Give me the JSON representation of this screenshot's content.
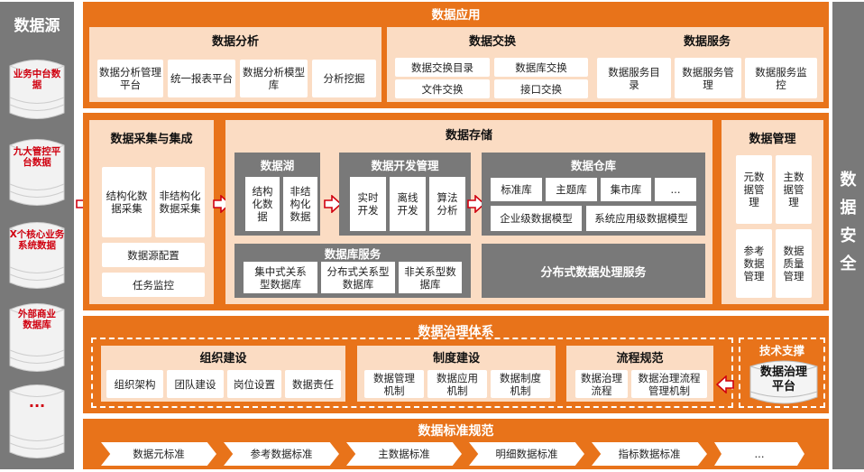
{
  "left_panel": {
    "title": "数据源",
    "sources": [
      "业务中台数据",
      "九大管控平台数据",
      "X个核心业务系统数据",
      "外部商业数据库",
      "..."
    ]
  },
  "right_panel": {
    "title_chars": [
      "数",
      "据",
      "安",
      "全"
    ]
  },
  "app_layer": {
    "title": "数据应用",
    "analysis": {
      "title": "数据分析",
      "items": [
        "数据分析管理平台",
        "统一报表平台",
        "数据分析模型库",
        "分析挖掘"
      ]
    },
    "exchange": {
      "title": "数据交换",
      "items": [
        "数据交换目录",
        "数据库交换",
        "文件交换",
        "接口交换"
      ]
    },
    "service": {
      "title": "数据服务",
      "items": [
        "数据服务目录",
        "数据服务管理",
        "数据服务监控"
      ]
    }
  },
  "collect": {
    "title": "数据采集与集成",
    "items": [
      "结构化数据采集",
      "非结构化数据采集"
    ],
    "extra": [
      "数据源配置",
      "任务监控"
    ]
  },
  "storage": {
    "title": "数据存储",
    "lake": {
      "title": "数据湖",
      "items": [
        "结构化数据",
        "非结构化数据"
      ]
    },
    "dev": {
      "title": "数据开发管理",
      "items": [
        "实时开发",
        "离线开发",
        "算法分析"
      ]
    },
    "warehouse": {
      "title": "数据仓库",
      "items": [
        "标准库",
        "主题库",
        "集市库",
        "..."
      ],
      "models": [
        "企业级数据模型",
        "系统应用级数据模型"
      ]
    },
    "db_service": {
      "title": "数据库服务",
      "items": [
        "集中式关系型数据库",
        "分布式关系型数据库",
        "非关系型数据库"
      ]
    },
    "distributed": "分布式数据处理服务"
  },
  "mgmt": {
    "title": "数据管理",
    "items": [
      "元数据管理",
      "主数据管理",
      "参考数据管理",
      "数据质量管理"
    ]
  },
  "governance": {
    "title": "数据治理体系",
    "org": {
      "title": "组织建设",
      "items": [
        "组织架构",
        "团队建设",
        "岗位设置",
        "数据责任"
      ]
    },
    "system": {
      "title": "制度建设",
      "items": [
        "数据管理机制",
        "数据应用机制",
        "数据制度机制"
      ]
    },
    "process": {
      "title": "流程规范",
      "items": [
        "数据治理流程",
        "数据治理流程管理机制"
      ]
    },
    "tech": {
      "title": "技术支撑",
      "platform": "数据治理平台"
    }
  },
  "standard": {
    "title": "数据标准规范",
    "items": [
      "数据元标准",
      "参考数据标准",
      "主数据标准",
      "明细数据标准",
      "指标数据标准",
      "..."
    ]
  },
  "colors": {
    "orange": "#e8731a",
    "peach": "#fbdcc3",
    "gray": "#797979",
    "red": "#d0000f"
  }
}
